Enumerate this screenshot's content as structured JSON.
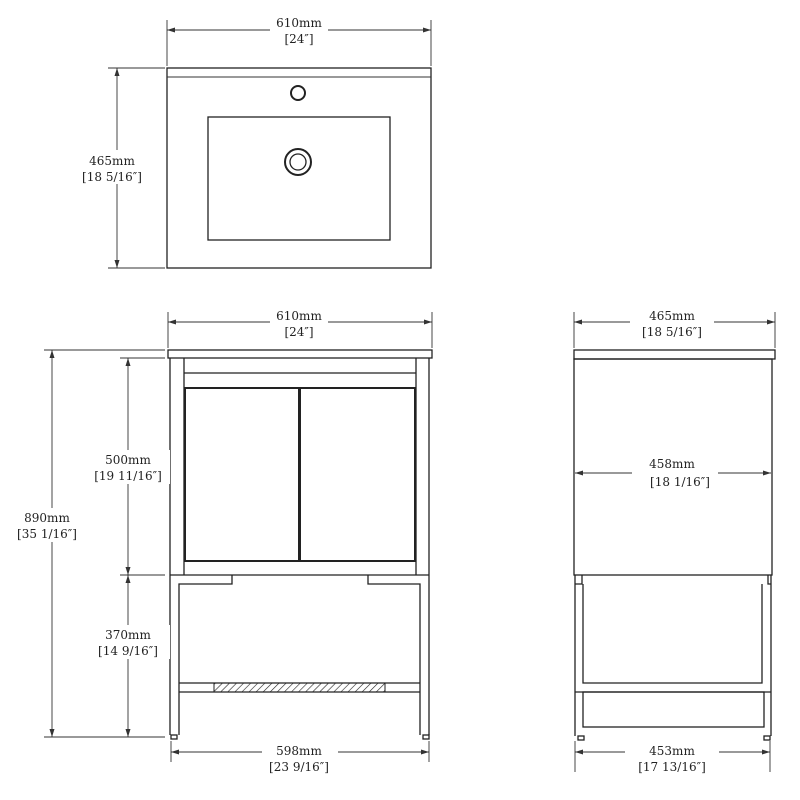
{
  "top_view": {
    "width": {
      "mm": "610mm",
      "in": "[24″]"
    },
    "depth": {
      "mm": "465mm",
      "in": "[18 5/16″]"
    }
  },
  "front_view": {
    "width": {
      "mm": "610mm",
      "in": "[24″]"
    },
    "total_height": {
      "mm": "890mm",
      "in": "[35 1/16″]"
    },
    "upper_height": {
      "mm": "500mm",
      "in": "[19 11/16″]"
    },
    "lower_height": {
      "mm": "370mm",
      "in": "[14 9/16″]"
    },
    "base_width": {
      "mm": "598mm",
      "in": "[23 9/16″]"
    }
  },
  "side_view": {
    "depth": {
      "mm": "465mm",
      "in": "[18 5/16″]"
    },
    "body_depth": {
      "mm": "458mm",
      "in": "[18 1/16″]"
    },
    "base_depth": {
      "mm": "453mm",
      "in": "[17 13/16″]"
    }
  },
  "colors": {
    "line": "#222222",
    "background": "#ffffff"
  }
}
